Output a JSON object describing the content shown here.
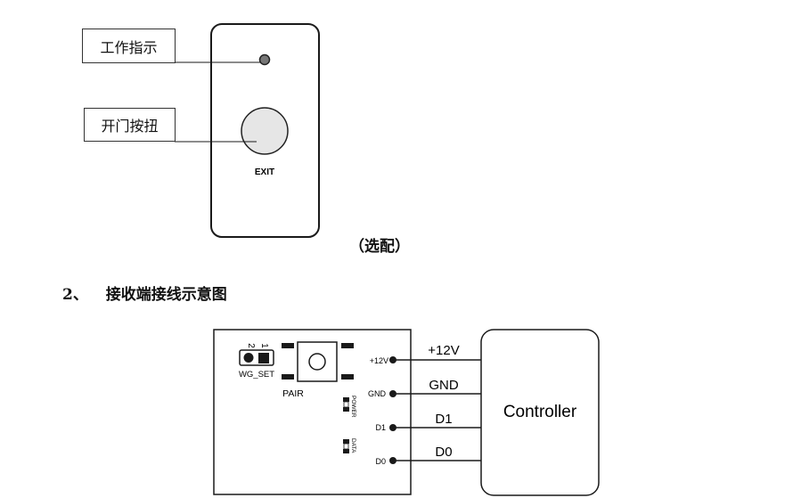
{
  "exit_button_figure": {
    "callout_indicator": "工作指示",
    "callout_button": "开门按扭",
    "button_text": "EXIT",
    "caption": "（选配）"
  },
  "section": {
    "number": "2、",
    "title": "接收端接线示意图"
  },
  "receiver_board": {
    "jumper_pin_2": "2",
    "jumper_pin_1": "1",
    "jumper_label": "WG_SET",
    "pair_label": "PAIR",
    "power_led_label": "POWER",
    "data_led_label": "DATA",
    "terminals": [
      "+12V",
      "GND",
      "D1",
      "D0"
    ]
  },
  "wires": [
    "+12V",
    "GND",
    "D1",
    "D0"
  ],
  "controller": {
    "label": "Controller"
  },
  "colors": {
    "line": "#1a1a1a",
    "button_fill": "#e6e6e6"
  }
}
